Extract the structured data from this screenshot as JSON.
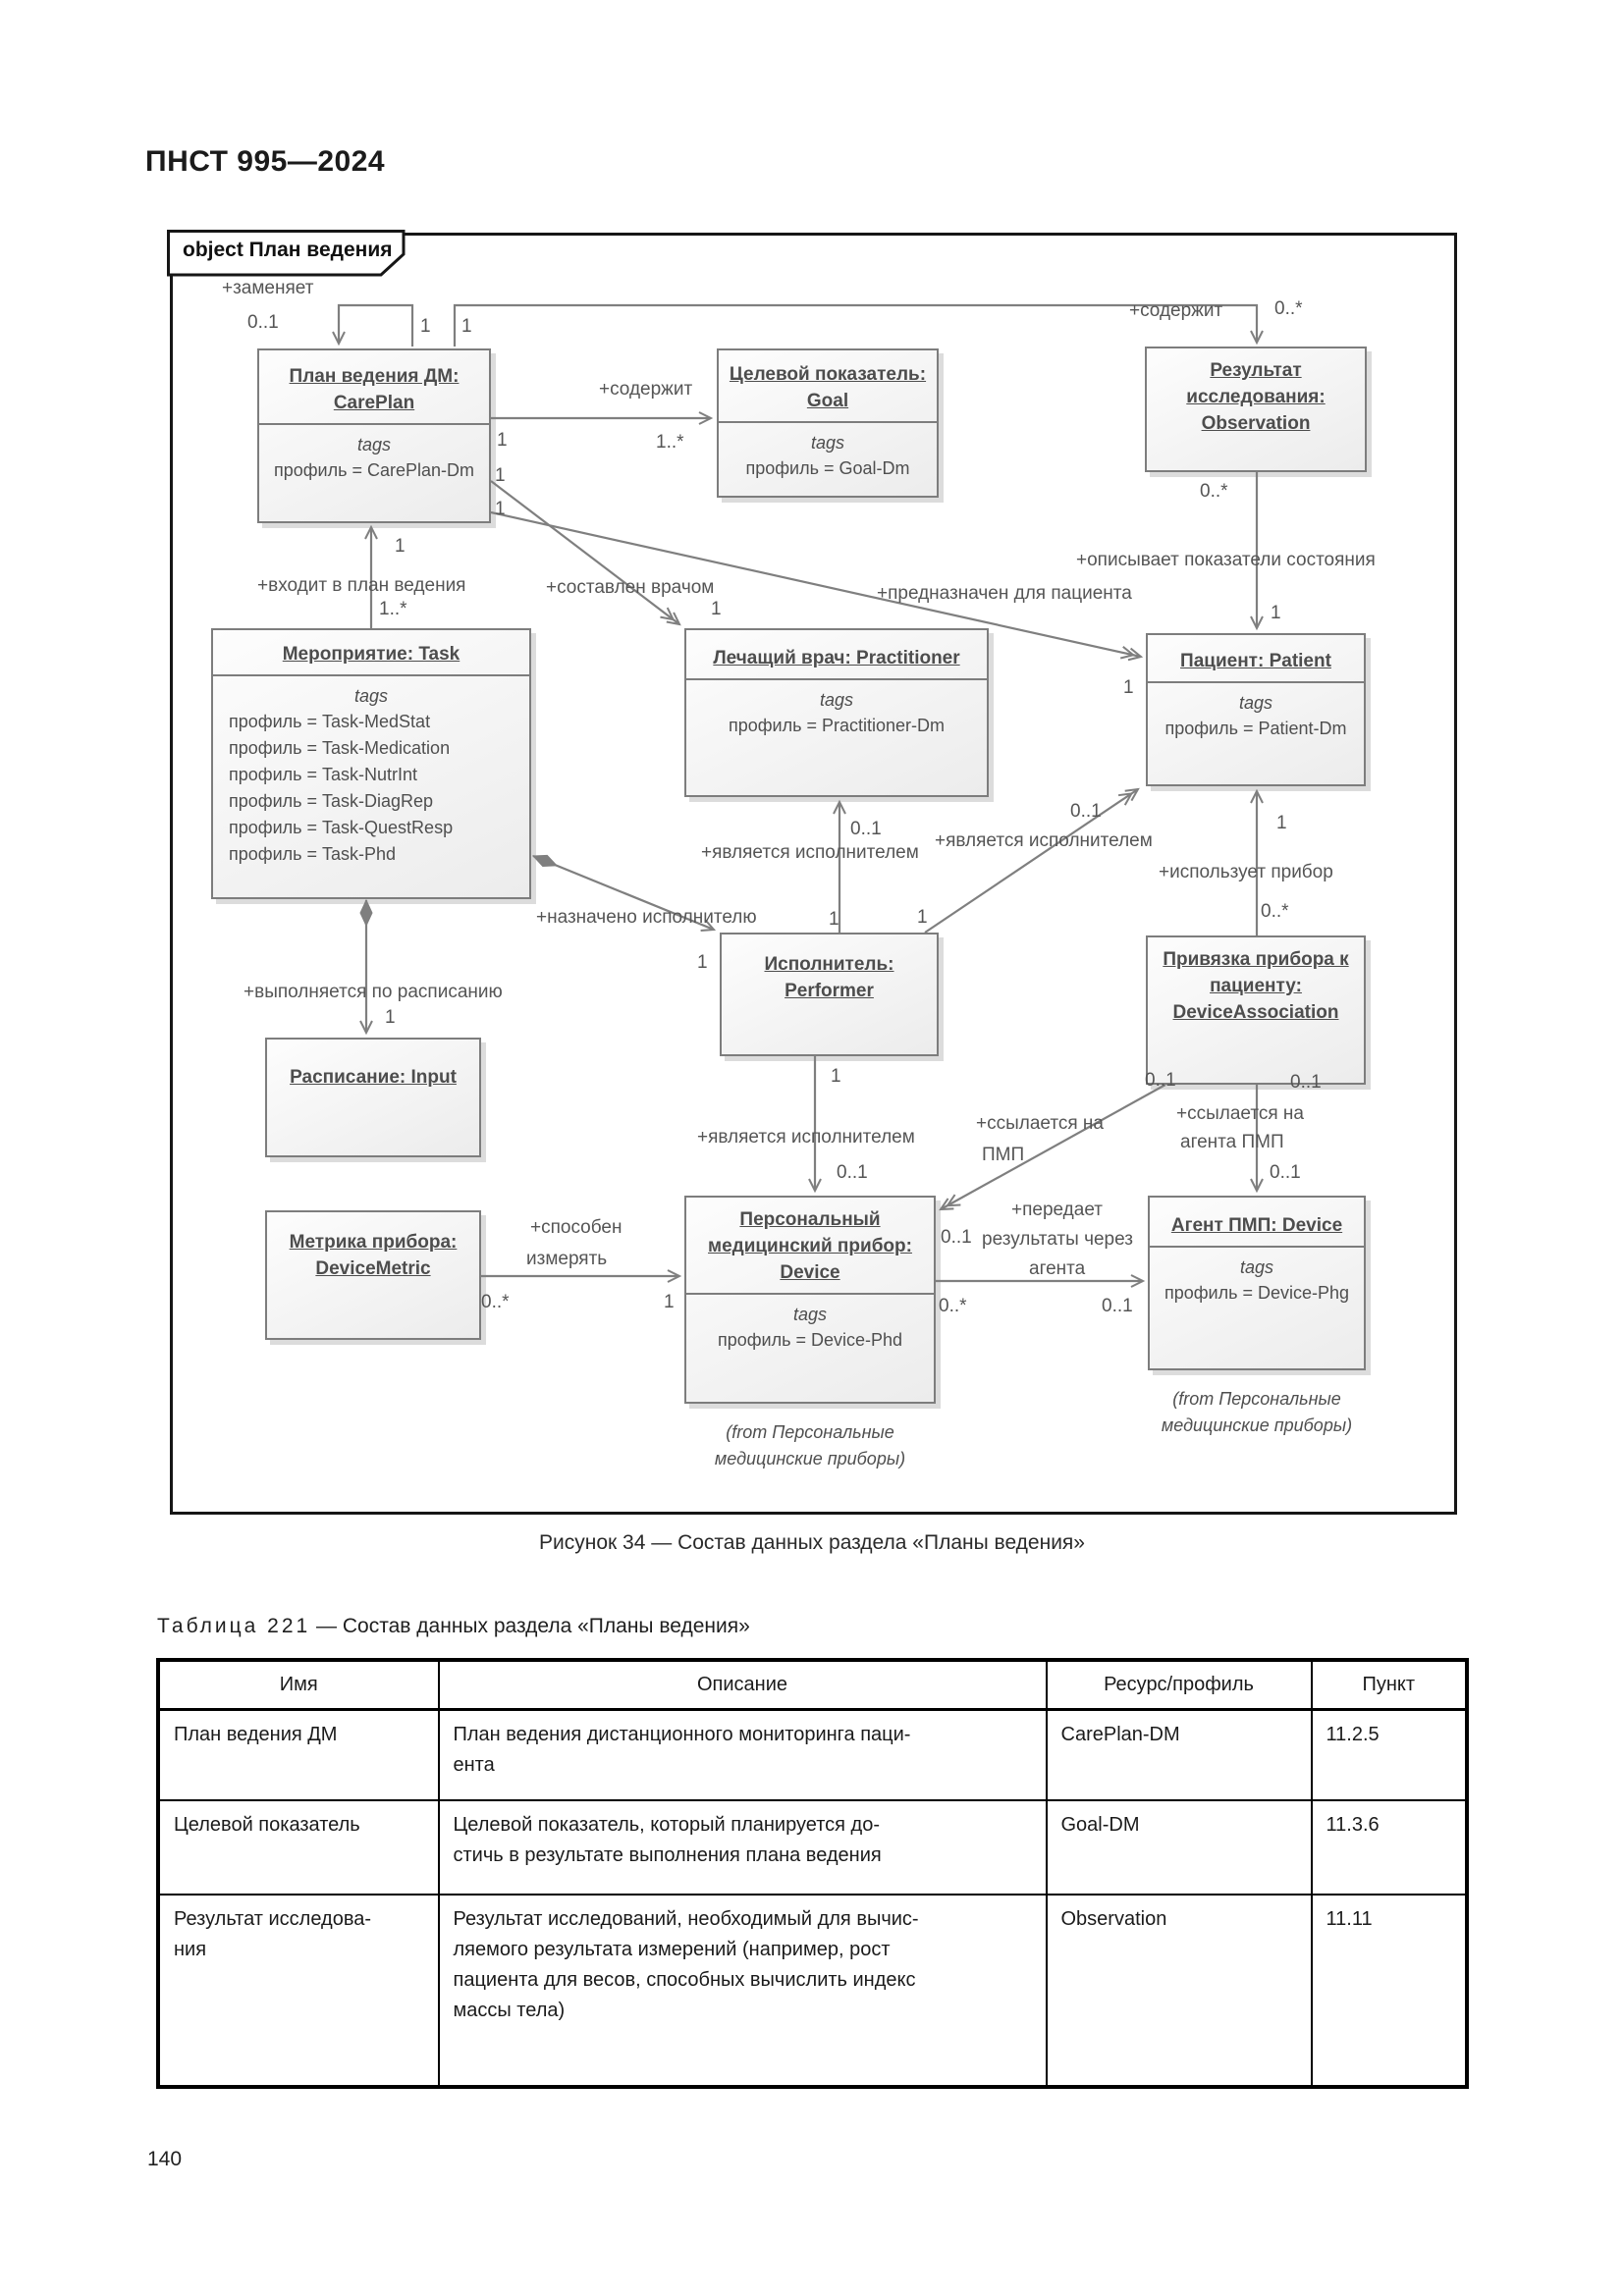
{
  "page": {
    "header": "ПНСТ 995—2024",
    "number": "140"
  },
  "figure": {
    "tab": "object План ведения",
    "caption": "Рисунок 34 — Состав данных раздела «Планы ведения»",
    "tags_keyword": "tags",
    "boxes": {
      "careplan": {
        "l1": "План ведения ДМ:",
        "l2": "CarePlan",
        "tag": "профиль = CarePlan-Dm"
      },
      "goal": {
        "l1": "Целевой показатель:",
        "l2": "Goal",
        "tag": "профиль = Goal-Dm"
      },
      "observation": {
        "l1": "Результат",
        "l2": "исследования:",
        "l3": "Observation"
      },
      "task": {
        "l1": "Мероприятие: Task",
        "tags": [
          "профиль = Task-MedStat",
          "профиль = Task-Medication",
          "профиль = Task-NutrInt",
          "профиль = Task-DiagRep",
          "профиль = Task-QuestResp",
          "профиль = Task-Phd"
        ]
      },
      "practitioner": {
        "l1": "Лечащий врач: Practitioner",
        "tag": "профиль = Practitioner-Dm"
      },
      "patient": {
        "l1": "Пациент: Patient",
        "tag": "профиль = Patient-Dm"
      },
      "performer": {
        "l1": "Исполнитель:",
        "l2": "Performer"
      },
      "deviceassoc": {
        "l1": "Привязка прибора к",
        "l2": "пациенту:",
        "l3": "DeviceAssociation"
      },
      "schedule": {
        "l1": "Расписание: Input"
      },
      "devicemetric": {
        "l1": "Метрика прибора:",
        "l2": "DeviceMetric"
      },
      "device": {
        "l1": "Персональный",
        "l2": "медицинский прибор:",
        "l3": "Device",
        "tag": "профиль = Device-Phd",
        "from1": "(from Персональные",
        "from2": "медицинские приборы)"
      },
      "agent": {
        "l1": "Агент ПМП: Device",
        "tag": "профиль = Device-Phg",
        "from1": "(from Персональные",
        "from2": "медицинские приборы)"
      }
    },
    "edge_labels": {
      "replaces": "+заменяет",
      "contains": "+содержит",
      "in_plan": "+входит в план ведения",
      "composed_by": "+составлен врачом",
      "for_patient": "+предназначен для пациента",
      "describes": "+описывает показатели состояния",
      "is_performer": "+является исполнителем",
      "assigned_to": "+назначено исполнителю",
      "uses_device": "+использует прибор",
      "by_schedule": "+выполняется по расписанию",
      "refs": "+ссылается на",
      "refs_pmp": "ПМП",
      "refs_agent": "агента ПМП",
      "transmits1": "+передает",
      "transmits2": "результаты через",
      "transmits3": "агента",
      "measures1": "+способен",
      "measures2": "измерять"
    },
    "mults": {
      "one": "1",
      "zero_one": "0..1",
      "zero_many": "0..*",
      "one_many": "1..*"
    },
    "edge_color": "#7f7f7f"
  },
  "table": {
    "label": "Таблица 221",
    "title_rest": " — Состав данных раздела «Планы ведения»",
    "headers": [
      "Имя",
      "Описание",
      "Ресурс/профиль",
      "Пункт"
    ],
    "rows": [
      {
        "name": "План ведения ДМ",
        "desc": "План ведения дистанционного мониторинга паци-\nента",
        "resource": "CarePlan-DM",
        "clause": "11.2.5"
      },
      {
        "name": "Целевой показатель",
        "desc": "Целевой показатель, который планируется до-\nстичь в результате выполнения плана ведения",
        "resource": "Goal-DM",
        "clause": "11.3.6"
      },
      {
        "name": "Результат исследова-\nния",
        "desc": "Результат исследований, необходимый для вычис-\nляемого результата измерений (например, рост\nпациента для весов, способных вычислить индекс\nмассы тела)",
        "resource": "Observation",
        "clause": "11.11"
      }
    ]
  }
}
